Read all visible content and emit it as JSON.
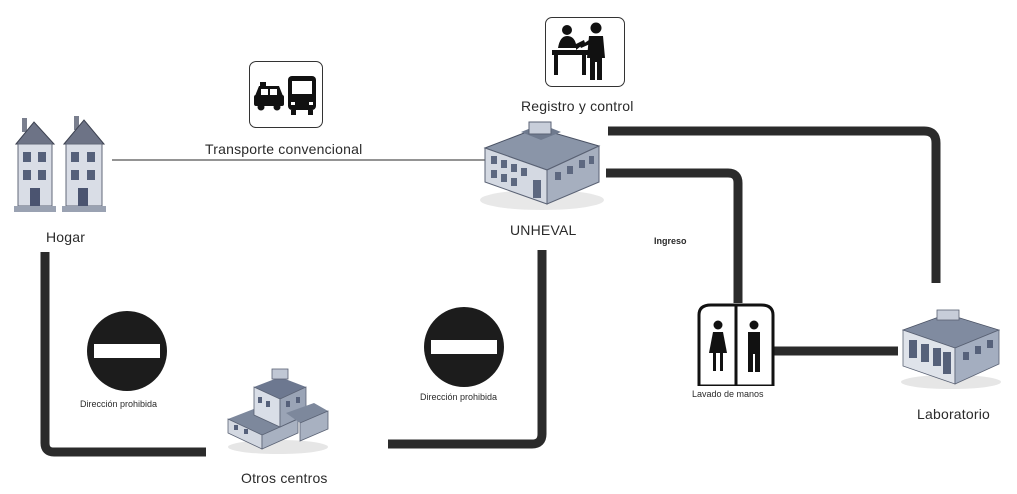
{
  "labels": {
    "hogar": "Hogar",
    "unheval": "UNHEVAL",
    "registro": "Registro y control",
    "transporte": "Transporte convencional",
    "otros": "Otros centros",
    "laboratorio": "Laboratorio",
    "lavado": "Lavado de manos",
    "ingreso": "Ingreso",
    "prohibida_left": "Dirección prohibida",
    "prohibida_right": "Dirección prohibida"
  },
  "colors": {
    "path": "#2b2b2b",
    "thin_line": "#555555",
    "no_entry_red": "#c4161c",
    "building_blue": "#7f93b1",
    "building_light": "#dfe5ee"
  },
  "icons": {
    "hogar": "houses-icon",
    "unheval": "university-building-icon",
    "registro": "reception-desk-icon",
    "transporte": "taxi-bus-icon",
    "otros": "office-complex-icon",
    "laboratorio": "laboratory-building-icon",
    "lavado": "restroom-icon",
    "no_entry": "no-entry-sign-icon"
  }
}
